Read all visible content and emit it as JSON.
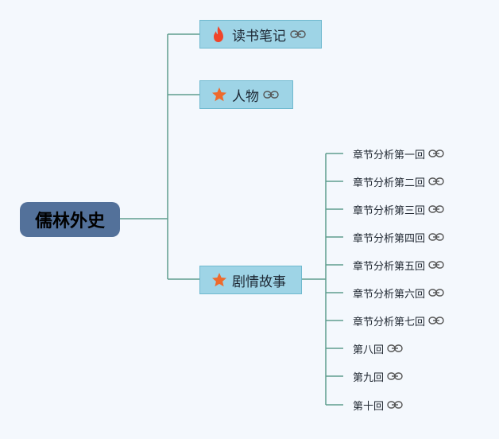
{
  "root": {
    "label": "儒林外史"
  },
  "branches": [
    {
      "label": "读书笔记",
      "icon": "fire-icon",
      "link_icon": "link-icon"
    },
    {
      "label": "人物",
      "icon": "star-icon",
      "link_icon": "link-icon"
    },
    {
      "label": "剧情故事",
      "icon": "star-icon"
    }
  ],
  "leaves": [
    {
      "label": "章节分析第一回",
      "link_icon": "link-icon"
    },
    {
      "label": "章节分析第二回",
      "link_icon": "link-icon"
    },
    {
      "label": "章节分析第三回",
      "link_icon": "link-icon"
    },
    {
      "label": "章节分析第四回",
      "link_icon": "link-icon"
    },
    {
      "label": "章节分析第五回",
      "link_icon": "link-icon"
    },
    {
      "label": "章节分析第六回",
      "link_icon": "link-icon"
    },
    {
      "label": "章节分析第七回",
      "link_icon": "link-icon"
    },
    {
      "label": "第八回",
      "link_icon": "link-icon"
    },
    {
      "label": "第九回",
      "link_icon": "link-icon"
    },
    {
      "label": "第十回",
      "link_icon": "link-icon"
    }
  ],
  "colors": {
    "root": "#53719a",
    "branch_fill": "#9ed4e6",
    "connector": "#5f9e8f",
    "fire": "#f0452a",
    "star": "#ee6a2c"
  }
}
